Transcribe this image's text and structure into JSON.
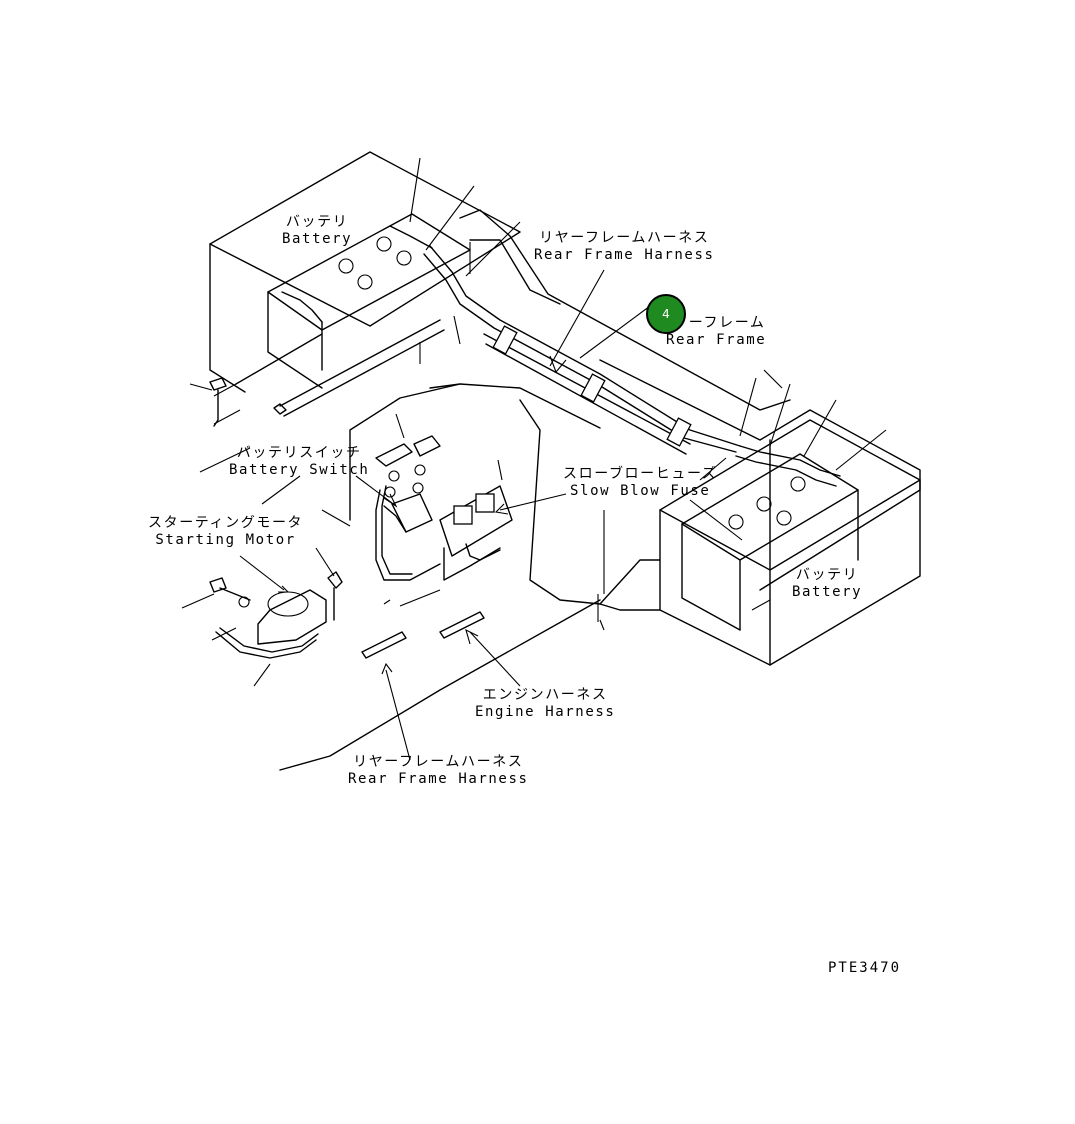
{
  "labels": {
    "battery_left_ja": "バッテリ",
    "battery_left_en": "Battery",
    "rear_frame_harness_top_ja": "リヤーフレームハーネス",
    "rear_frame_harness_top_en": "Rear Frame Harness",
    "rear_frame_ja": "ーフレーム",
    "rear_frame_en": "Rear Frame",
    "battery_switch_ja": "バッテリスイッチ",
    "battery_switch_en": "Battery Switch",
    "slow_blow_fuse_ja": "スローブローヒューズ",
    "slow_blow_fuse_en": "Slow Blow Fuse",
    "starting_motor_ja": "スターティングモータ",
    "starting_motor_en": "Starting Motor",
    "battery_right_ja": "バッテリ",
    "battery_right_en": "Battery",
    "engine_harness_ja": "エンジンハーネス",
    "engine_harness_en": "Engine Harness",
    "rear_frame_harness_bottom_ja": "リヤーフレームハーネス",
    "rear_frame_harness_bottom_en": "Rear Frame Harness"
  },
  "drawing_code": "PTE3470",
  "callout": {
    "number": "4",
    "color": "#1f8a1f"
  }
}
